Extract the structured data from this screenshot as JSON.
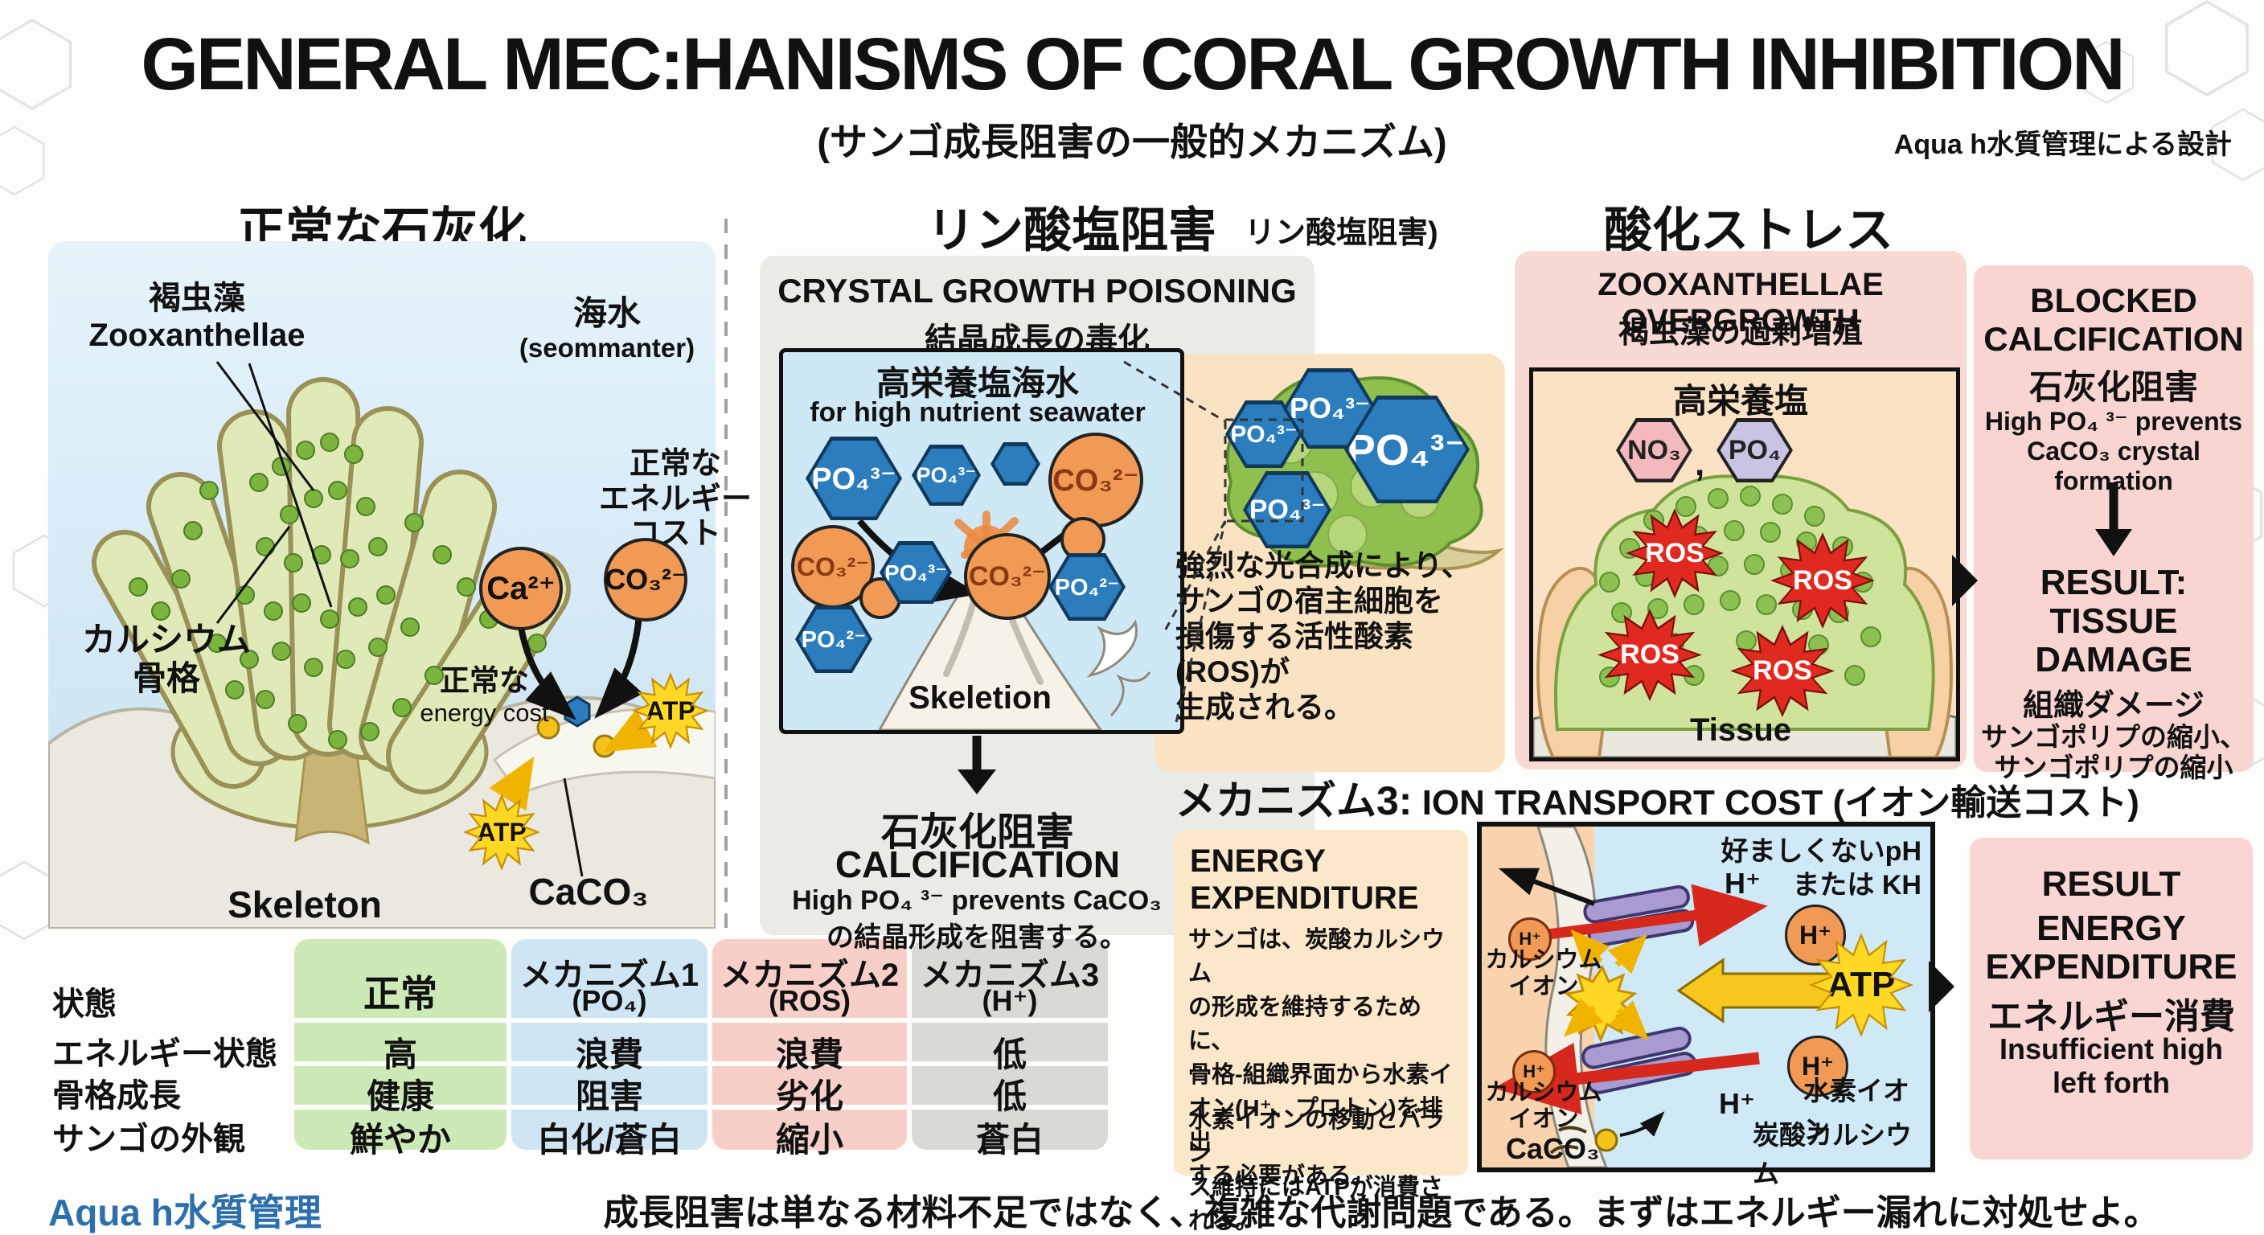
{
  "header": {
    "title": "GENERAL MEC:HANISMS OF CORAL GROWTH INHIBITION",
    "subtitle": "(サンゴ成長阻害の一般的メカニズム)",
    "credit": "Aqua h水質管理による設計"
  },
  "ions": {
    "po43": "PO₄³⁻",
    "po42": "PO₄²⁻",
    "co32": "CO₃²⁻",
    "ca": "Ca²⁺",
    "h": "H⁺",
    "atp": "ATP",
    "no3": "NO₃",
    "po4": "PO₄",
    "caco3": "CaCO₃",
    "ros": "ROS",
    "comma": ","
  },
  "left_panel": {
    "heading": "正常な石灰化",
    "zoox_jp": "褐虫藻",
    "zoox_en": "Zooxanthellae",
    "seawater_jp": "海水",
    "seawater_en": "(seommanter)",
    "energy_cost_l1": "正常な",
    "energy_cost_l2": "エネルギー",
    "energy_cost_l3": "コスト",
    "normal_jp": "正常な",
    "energy_cost_en": "energy cost",
    "calcium_l1": "カルシウム",
    "calcium_l2": "骨格",
    "skeleton": "Skeleton"
  },
  "phosphate": {
    "heading": "リン酸塩阻害",
    "heading_note": "リン酸塩阻害)",
    "title": "CRYSTAL GROWTH POISONING",
    "subtitle": "結晶成長の毒化",
    "box_title_jp": "高栄養塩海水",
    "box_title_en": "for high nutrient seawater",
    "skeleton": "Skeletion",
    "result_jp": "石灰化阻害",
    "result_en": "CALCIFICATION",
    "caption1": "High PO₄ ³⁻ prevents CaCO₃",
    "caption2": "の結晶形成を阻害する。"
  },
  "ros_inset": {
    "line1": "強烈な光合成により、",
    "line2": "サンゴの宿主細胞を",
    "line3": "損傷する活性酸素",
    "line4": "(ROS)が",
    "line5": "生成される。"
  },
  "oxidative": {
    "heading": "酸化ストレス",
    "title": "ZOOXANTHELLAE OVERGROWTH",
    "subtitle": "褐虫藻の過剰増殖",
    "nutrient": "高栄養塩",
    "tissue": "Tissue"
  },
  "blocked": {
    "l1": "BLOCKED",
    "l2": "CALCIFICATION",
    "jp": "石灰化阻害",
    "desc1": "High PO₄ ³⁻ prevents",
    "desc2": "CaCO₃ crystal formation",
    "r1": "RESULT:",
    "r2": "TISSUE",
    "r3": "DAMAGE",
    "r_jp": "組織ダメージ",
    "note1": "サンゴポリプの縮小、",
    "note2": "サンゴポリプの縮小"
  },
  "mechanism3": {
    "heading_label": "メカニズム3:",
    "heading_rest": " ION TRANSPORT COST (イオン輸送コスト)",
    "energy_t1": "ENERGY",
    "energy_t2": "EXPENDITURE",
    "para1": [
      "サンゴは、炭酸カルシウム",
      "の形成を維持するために、",
      "骨格-組織界面から水素イ",
      "オン(H⁺、プロトン)を排出",
      "する必要がある。"
    ],
    "para2": [
      "水素イオンの移動とバラン",
      "ス維持にはATPが消費される。"
    ],
    "diagram": {
      "ph1": "好ましくないpH",
      "ph2": "または KH",
      "ca1": "カルシウム",
      "ca2": "イオン",
      "hydrogen": "水素イオン",
      "carbonate": "炭酸カルシウム"
    },
    "result": [
      "RESULT",
      "ENERGY",
      "EXPENDITURE",
      "エネルギー消費",
      "Insufficient high",
      "left forth"
    ]
  },
  "table": {
    "h_state": "状態",
    "h_normal": "正常",
    "h_m1a": "メカニズム1",
    "h_m1b": "(PO₄)",
    "h_m2a": "メカニズム2",
    "h_m2b": "(ROS)",
    "h_m3a": "メカニズム3",
    "h_m3b": "(H⁺)",
    "rows": [
      {
        "label": "エネルギー状態",
        "normal": "高",
        "m1": "浪費",
        "m2": "浪費",
        "m3": "低"
      },
      {
        "label": "骨格成長",
        "normal": "健康",
        "m1": "阻害",
        "m2": "劣化",
        "m3": "低"
      },
      {
        "label": "サンゴの外観",
        "normal": "鮮やか",
        "m1": "白化/蒼白",
        "m2": "縮小",
        "m3": "蒼白"
      }
    ]
  },
  "footer": {
    "brand": "Aqua h水質管理",
    "message": "成長阻害は単なる材料不足ではなく、複雑な代謝問題である。まずはエネルギー漏れに対処せよ。"
  },
  "colors": {
    "seawater_blue": "#cfe7f5",
    "panel_gray": "#e9ebe7",
    "panel_peach": "#fae3c2",
    "panel_pink": "#f8d9d3",
    "hex_blue": "#2b7dbe",
    "ion_orange": "#f09a55",
    "atp_yellow": "#ffd826",
    "ros_red": "#e02a20",
    "table_green": "#cde9b6",
    "table_blue": "#cfe5f3",
    "table_pink": "#f7cfc8",
    "table_gray": "#d9d9d5",
    "brand_blue": "#2c6fad"
  }
}
